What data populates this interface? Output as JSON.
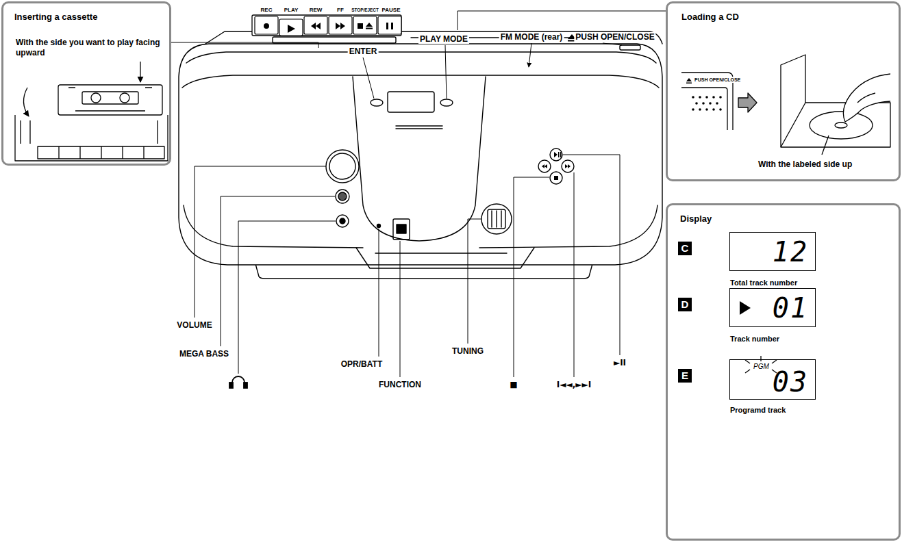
{
  "diagram": {
    "nodes": [
      {
        "text": [
          "Inserting a cassette",
          "With the side you want to play facing upward"
        ]
      },
      {
        "text": [
          "Loading a CD",
          "With the labeled side up"
        ]
      },
      {
        "text": [
          "Display"
        ]
      },
      {
        "text": [
          "12",
          "Total track number"
        ],
        "in": 2
      },
      {
        "text": [
          "01",
          "Track number"
        ],
        "in": 2
      },
      {
        "text": [
          "PGM",
          "03",
          "Programd track"
        ],
        "in": 2
      }
    ],
    "labels": [
      "REC",
      "PLAY",
      "REW",
      "FF",
      "STOP/EJECT",
      "PAUSE",
      "ENTER",
      "PLAY MODE",
      "FM MODE (rear)",
      "PUSH OPEN/CLOSE",
      "VOLUME",
      "MEGA BASS",
      "OPR/BATT",
      "TUNING",
      "►II",
      "FUNCTION",
      "■",
      "I◄◄,►►I",
      "PUSH OPEN/CLOSE",
      "C",
      "D",
      "E"
    ]
  }
}
